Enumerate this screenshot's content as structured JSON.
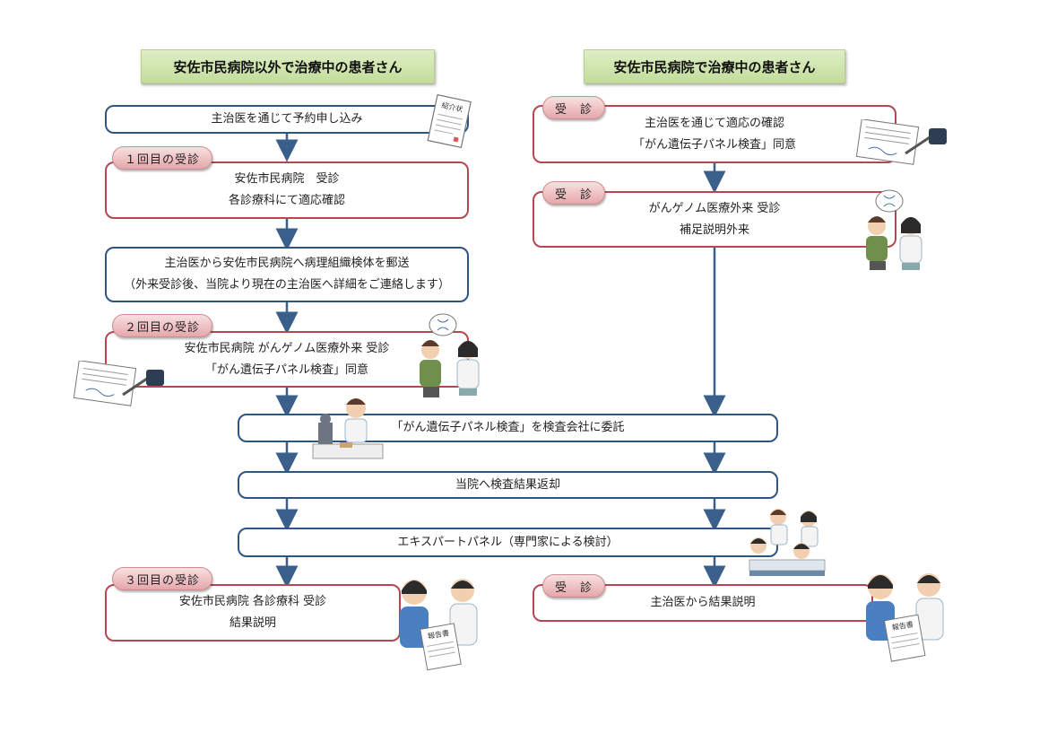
{
  "headers": {
    "left": "安佐市民病院以外で治療中の患者さん",
    "right": "安佐市民病院で治療中の患者さん"
  },
  "left_flow": {
    "step1": "主治医を通じて予約申し込み",
    "visit1_tag": "１回目の受診",
    "visit1_line1": "安佐市民病院　受診",
    "visit1_line2": "各診療科にて適応確認",
    "step2_line1": "主治医から安佐市民病院へ病理組織検体を郵送",
    "step2_line2": "（外来受診後、当院より現在の主治医へ詳細をご連絡します）",
    "visit2_tag": "２回目の受診",
    "visit2_line1": "安佐市民病院  がんゲノム医療外来  受診",
    "visit2_line2": "「がん遺伝子パネル検査」同意",
    "visit3_tag": "３回目の受診",
    "visit3_line1": "安佐市民病院  各診療科  受診",
    "visit3_line2": "結果説明"
  },
  "right_flow": {
    "tag1": "受　診",
    "box1_line1": "主治医を通じて適応の確認",
    "box1_line2": "「がん遺伝子パネル検査」同意",
    "tag2": "受　診",
    "box2_line1": "がんゲノム医療外来  受診",
    "box2_line2": "補足説明外来",
    "tag3": "受　診",
    "box3_line1": "主治医から結果説明"
  },
  "shared_flow": {
    "step_a": "「がん遺伝子パネル検査」を検査会社に委託",
    "step_b": "当院へ検査結果返却",
    "step_c": "エキスパートパネル（専門家による検討）"
  },
  "illustrations": {
    "referral_doc_label": "紹介状",
    "report_label_left": "報告書",
    "report_label_right": "報告書"
  },
  "colors": {
    "blue_border": "#2f5582",
    "red_border": "#b54750",
    "header_green": "#c3dc9b",
    "arrow": "#3a5f8a"
  }
}
